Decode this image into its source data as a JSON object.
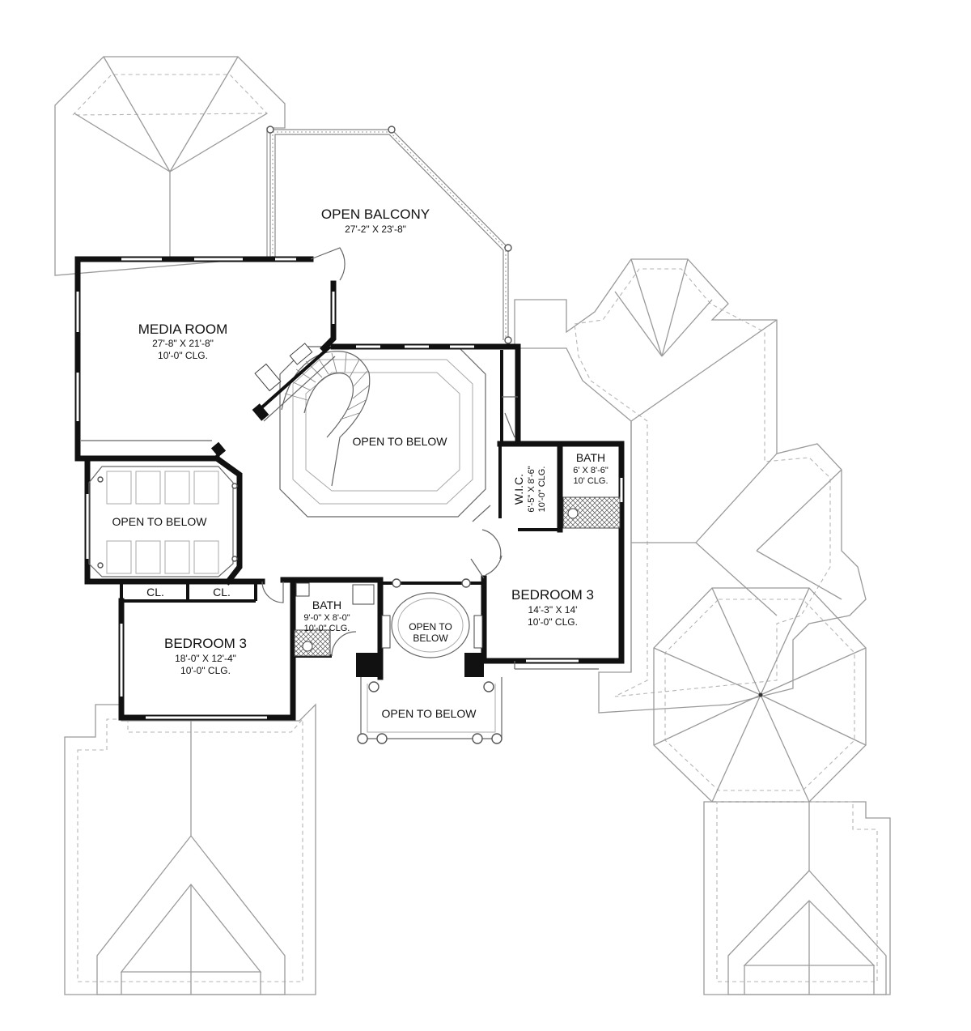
{
  "rooms": {
    "open_balcony": {
      "name": "OPEN BALCONY",
      "size": "27'-2\" X 23'-8\""
    },
    "media_room": {
      "name": "MEDIA ROOM",
      "size": "27'-8\" X 21'-8\"",
      "ceiling": "10'-0\" CLG."
    },
    "open_below_stair": {
      "name": "OPEN TO BELOW"
    },
    "open_below_left": {
      "name": "OPEN TO BELOW"
    },
    "wic": {
      "name": "W.I.C.",
      "size": "6'-5\" X 8'-6\"",
      "ceiling": "10'-0\" CLG."
    },
    "bath_right": {
      "name": "BATH",
      "size": "6' X 8'-6\"",
      "ceiling": "10' CLG."
    },
    "bedroom_right": {
      "name": "BEDROOM 3",
      "size": "14'-3\" X 14'",
      "ceiling": "10'-0\" CLG."
    },
    "closet_1": {
      "name": "CL."
    },
    "closet_2": {
      "name": "CL."
    },
    "bedroom_left": {
      "name": "BEDROOM 3",
      "size": "18'-0\" X 12'-4\"",
      "ceiling": "10'-0\" CLG."
    },
    "bath_center": {
      "name": "BATH",
      "size": "9'-0\" X 8'-0\"",
      "ceiling": "10'-0\" CLG."
    },
    "open_below_oval": {
      "name_line1": "OPEN TO",
      "name_line2": "BELOW"
    },
    "open_below_porch": {
      "name": "OPEN TO BELOW"
    }
  }
}
